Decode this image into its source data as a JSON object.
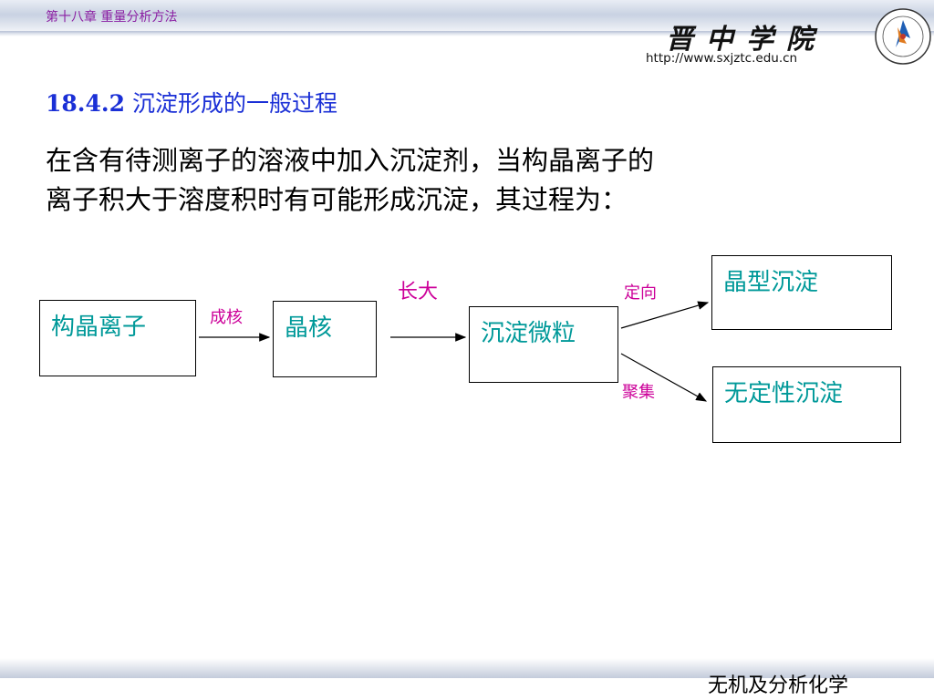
{
  "header": {
    "chapter": "第十八章  重量分析方法",
    "logo_text": "晋中学院",
    "url": "http://www.sxjztc.edu.cn"
  },
  "section": {
    "number": "18.4.2",
    "title": "沉淀形成的一般过程"
  },
  "body": {
    "line1": "在含有待测离子的溶液中加入沉淀剂，当构晶离子的",
    "line2": "离子积大于溶度积时有可能形成沉淀，其过程为："
  },
  "diagram": {
    "nodes": {
      "ions": "构晶离子",
      "nucleus": "晶核",
      "particles": "沉淀微粒",
      "crystal": "晶型沉淀",
      "amorphous": "无定性沉淀"
    },
    "edges": {
      "nucleation": "成核",
      "growth": "长大",
      "orientation": "定向",
      "aggregation": "聚集"
    }
  },
  "footer": {
    "course": "无机及分析化学"
  },
  "colors": {
    "title_blue": "#1a2fd6",
    "box_text_teal": "#009999",
    "label_magenta": "#cc0099",
    "chapter_purple": "#8b1fa3"
  }
}
